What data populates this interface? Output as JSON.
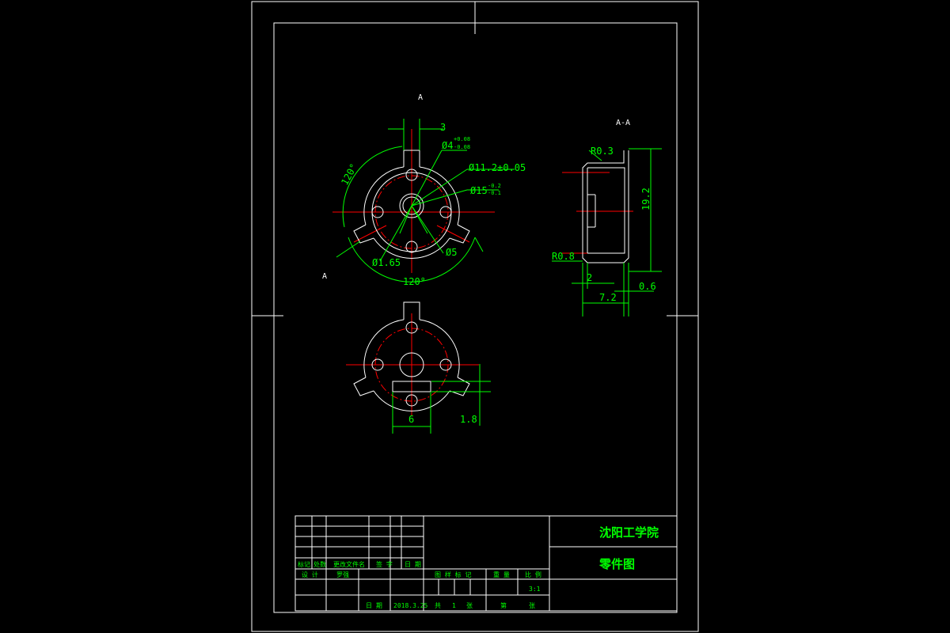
{
  "section_marks": {
    "top": "A",
    "bottom": "A",
    "section_title": "A-A"
  },
  "dimensions": {
    "width_3": "3",
    "hole_d4": "Ø4",
    "hole_d4_tol_upper": "+0.08",
    "hole_d4_tol_lower": "-0.08",
    "pcd": "Ø11.2±0.05",
    "outer_d15": "Ø15",
    "outer_d15_tol_upper": "-0.2",
    "outer_d15_tol_lower": "-0.1",
    "small_hole": "Ø1.65",
    "center_d5": "Ø5",
    "angle_top": "120°",
    "angle_bottom": "120°",
    "slot_6": "6",
    "slot_1_8": "1.8",
    "radius_top": "R0.3",
    "radius_bottom": "R0.8",
    "height_19_2": "19.2",
    "thick_2": "2",
    "thick_0_6": "0.6",
    "total_7_2": "7.2"
  },
  "title_block": {
    "school": "沈阳工学院",
    "drawing_name": "零件图",
    "rev_labels": [
      "标记",
      "处数",
      "更改文件名",
      "签 字",
      "日 期"
    ],
    "design_label": "设 计",
    "designer": "罗强",
    "date_label": "日 期",
    "date_value": "2018.3.25",
    "stage_label": "图 样 标 记",
    "weight_label": "重 量",
    "scale_label": "比 例",
    "scale_value": "3:1",
    "sheets_label": "共",
    "sheets_count": "1",
    "sheets_unit": "张",
    "page_label": "第",
    "page_unit": "张"
  }
}
